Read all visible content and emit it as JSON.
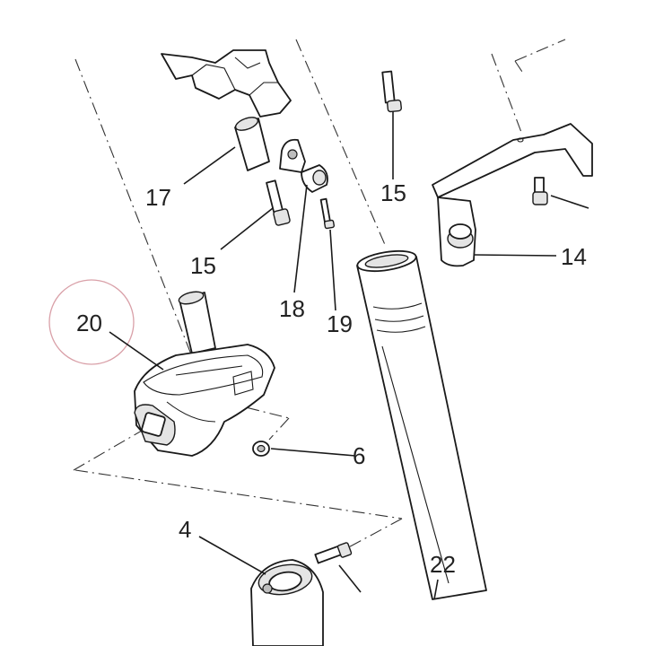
{
  "diagram": {
    "highlight_color": "#d9a0a8",
    "line_color": "#1a1a1a",
    "parts": [
      {
        "id": "p17",
        "label": "17"
      },
      {
        "id": "p15a",
        "label": "15"
      },
      {
        "id": "p15b",
        "label": "15"
      },
      {
        "id": "p18",
        "label": "18"
      },
      {
        "id": "p19",
        "label": "19"
      },
      {
        "id": "p14",
        "label": "14"
      },
      {
        "id": "p20",
        "label": "20"
      },
      {
        "id": "p6",
        "label": "6"
      },
      {
        "id": "p4",
        "label": "4"
      },
      {
        "id": "p22",
        "label": "22"
      }
    ]
  }
}
